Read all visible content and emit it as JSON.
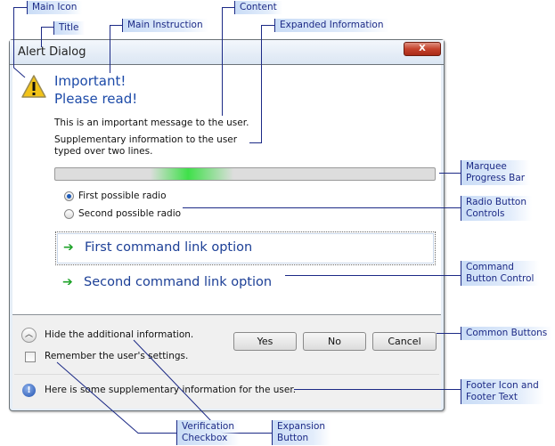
{
  "dialog": {
    "title": "Alert Dialog",
    "close_glyph": "X",
    "main_icon": "warning-icon",
    "main_instruction": [
      "Important!",
      "Please read!"
    ],
    "content": "This is an important message to the user.",
    "expanded_information": [
      "Supplementary information to the user",
      "typed over two lines."
    ],
    "progress": "marquee",
    "radios": [
      {
        "label": "First possible radio",
        "selected": true
      },
      {
        "label": "Second possible radio",
        "selected": false
      }
    ],
    "command_links": [
      "First command link option",
      "Second command link option"
    ],
    "expansion_label": "Hide the additional information.",
    "buttons": [
      "Yes",
      "No",
      "Cancel"
    ],
    "verification_label": "Remember the user's settings.",
    "verification_checked": false,
    "footer_icon": "info-icon",
    "footer_text": "Here is some supplementary information for the user."
  },
  "annotations": {
    "main_icon": "Main Icon",
    "title": "Title",
    "main_instruction": "Main Instruction",
    "content": "Content",
    "expanded_information": "Expanded Information",
    "marquee": [
      "Marquee",
      "Progress Bar"
    ],
    "radio": [
      "Radio Button",
      "Controls"
    ],
    "command": [
      "Command",
      "Button Control"
    ],
    "common_buttons": "Common Buttons",
    "footer": [
      "Footer Icon and",
      "Footer Text"
    ],
    "verification": [
      "Verification",
      "Checkbox"
    ],
    "expansion": [
      "Expansion",
      "Button"
    ]
  }
}
